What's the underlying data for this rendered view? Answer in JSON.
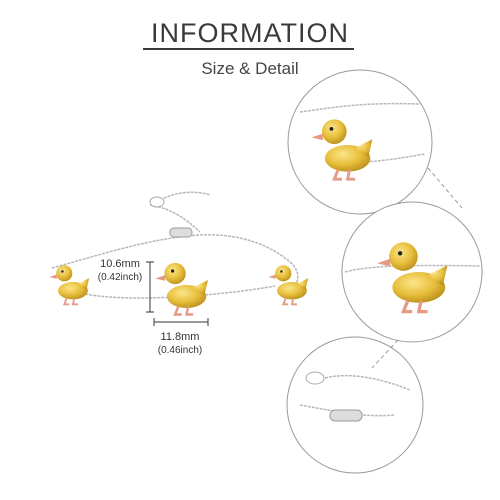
{
  "header": {
    "title": "INFORMATION",
    "subtitle": "Size & Detail"
  },
  "dimensions": {
    "height_mm": "10.6mm",
    "height_inch": "(0.42inch)",
    "width_mm": "11.8mm",
    "width_inch": "(0.46inch)"
  },
  "colors": {
    "gold": "#e8bf3c",
    "gold_dark": "#b88d1a",
    "rose": "#e59a86",
    "silver": "#b8b8b8",
    "dash": "#9a9a9a"
  }
}
